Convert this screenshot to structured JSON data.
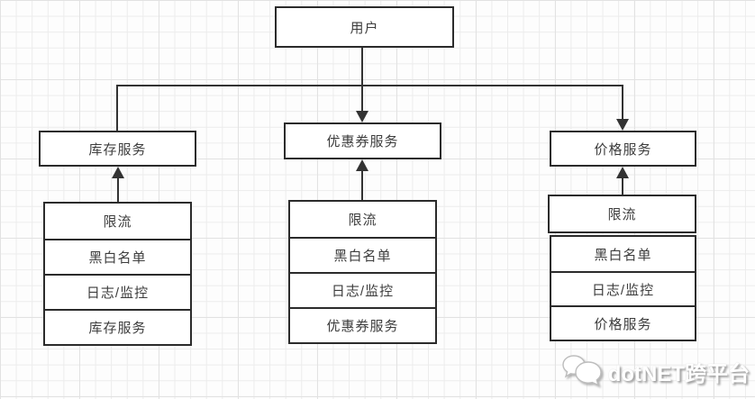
{
  "diagram": {
    "user_box": {
      "label": "用户"
    },
    "services": [
      {
        "id": "inventory",
        "label": "库存服务",
        "stack": [
          "限流",
          "黑白名单",
          "日志/监控",
          "库存服务"
        ]
      },
      {
        "id": "coupon",
        "label": "优惠券服务",
        "stack": [
          "限流",
          "黑白名单",
          "日志/监控",
          "优惠券服务"
        ]
      },
      {
        "id": "price",
        "label": "价格服务",
        "stack": [
          "限流",
          "黑白名单",
          "日志/监控",
          "价格服务"
        ]
      }
    ],
    "watermark": {
      "text": "dotNET跨平台",
      "logo": "chat-bubbles-icon"
    },
    "colors": {
      "line": "#333333",
      "box_border": "#2b2b2b",
      "box_bg": "#ffffff",
      "grid_minor": "#ececec",
      "grid_major": "#e2e2e2",
      "text": "#3d3d3d",
      "wm_text": "#ffffff",
      "wm_shadow": "#9b9b9b"
    }
  }
}
